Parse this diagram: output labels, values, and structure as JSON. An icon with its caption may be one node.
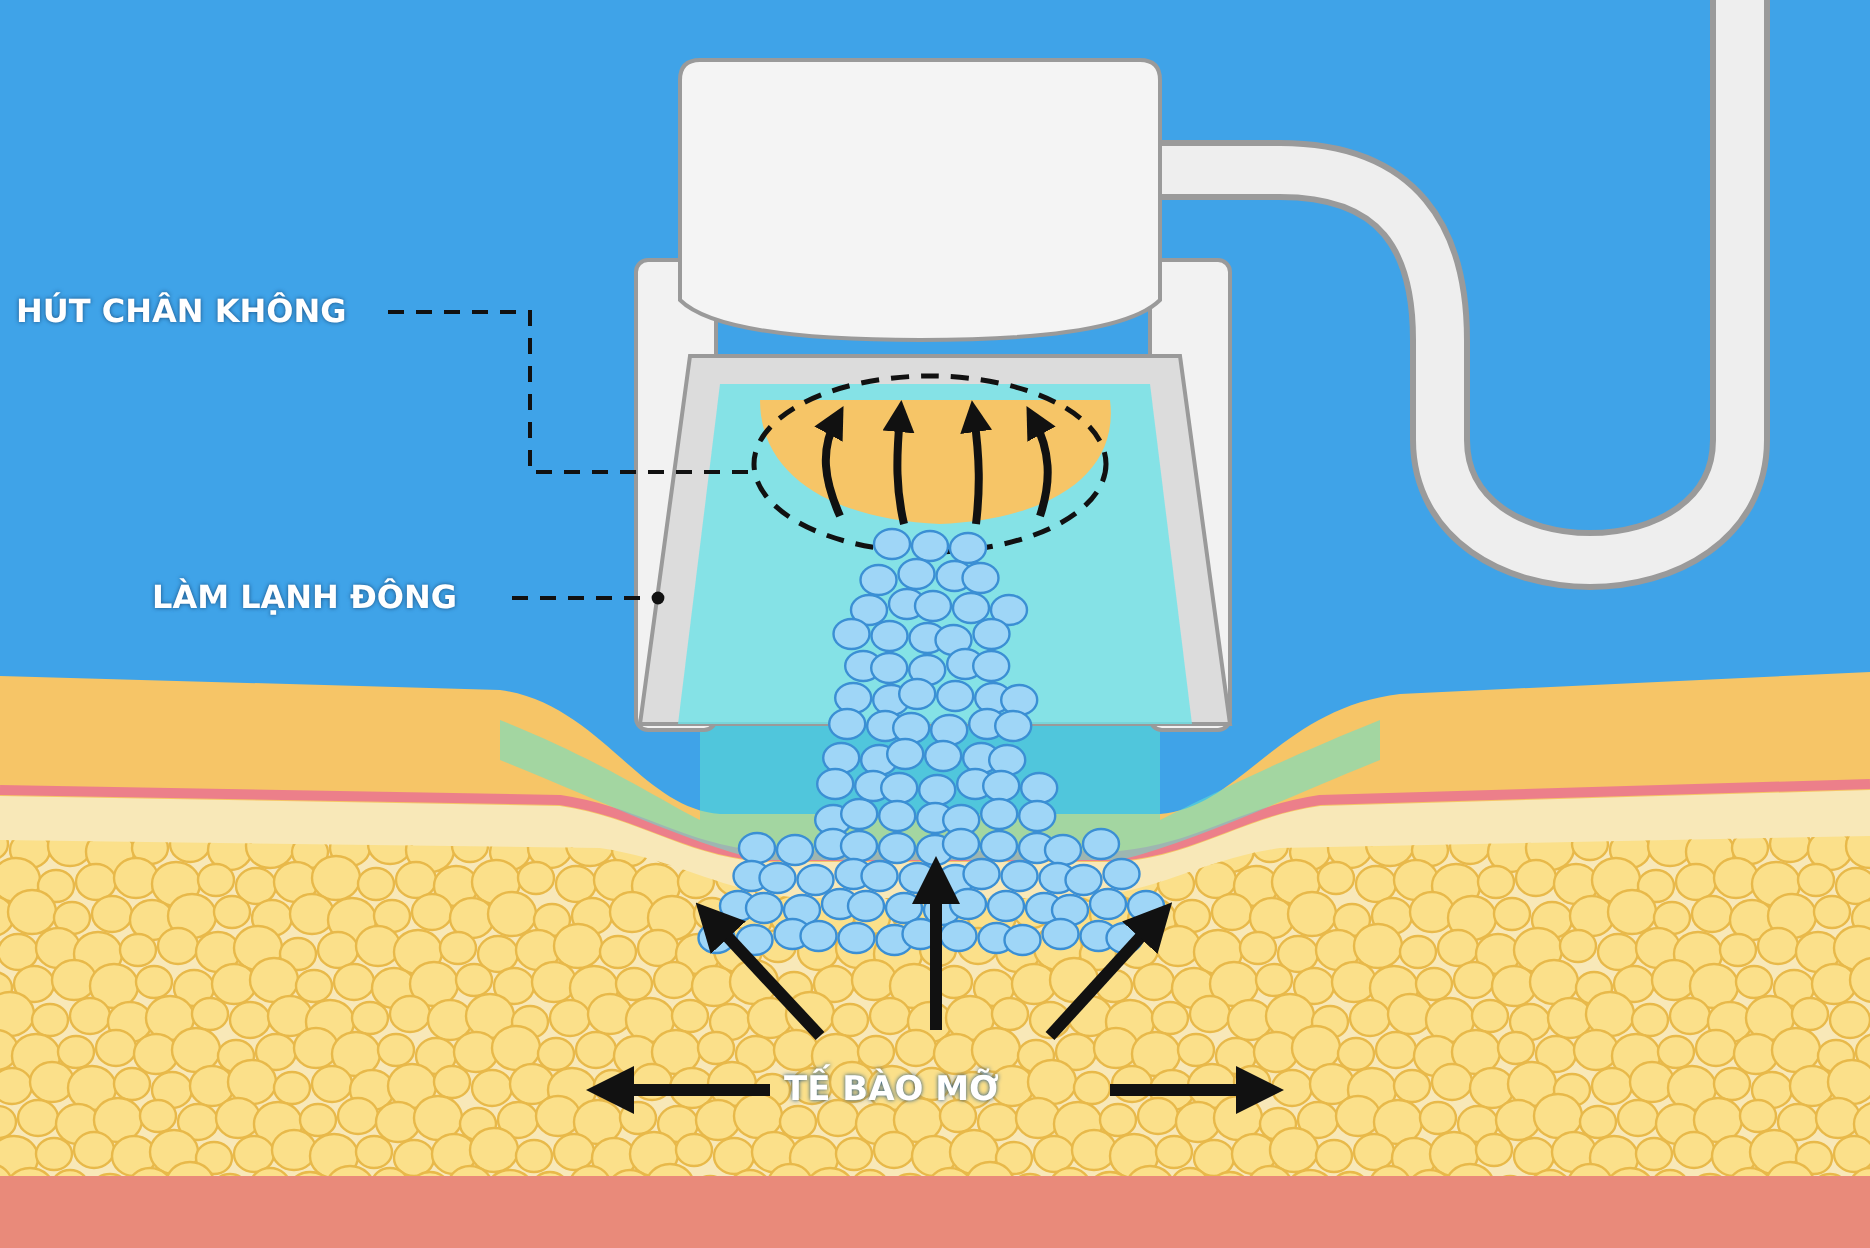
{
  "diagram": {
    "nodes": [
      {
        "text": [
          "HÚT CHÂN KHÔNG"
        ]
      },
      {
        "text": [],
        "shape": "picture"
      },
      {
        "text": [],
        "shape": "ellipse",
        "in": 1
      },
      {
        "text": [
          "LÀM LẠNH ĐÔNG"
        ]
      }
    ],
    "edges": [
      {
        "from": 0,
        "to": 2,
        "arrow": "none",
        "style": "dashed"
      },
      {
        "from": 3,
        "to": 1,
        "arrow": "other",
        "style": "dashed"
      }
    ],
    "labels": [
      "TẾ BÀO MỠ"
    ]
  }
}
